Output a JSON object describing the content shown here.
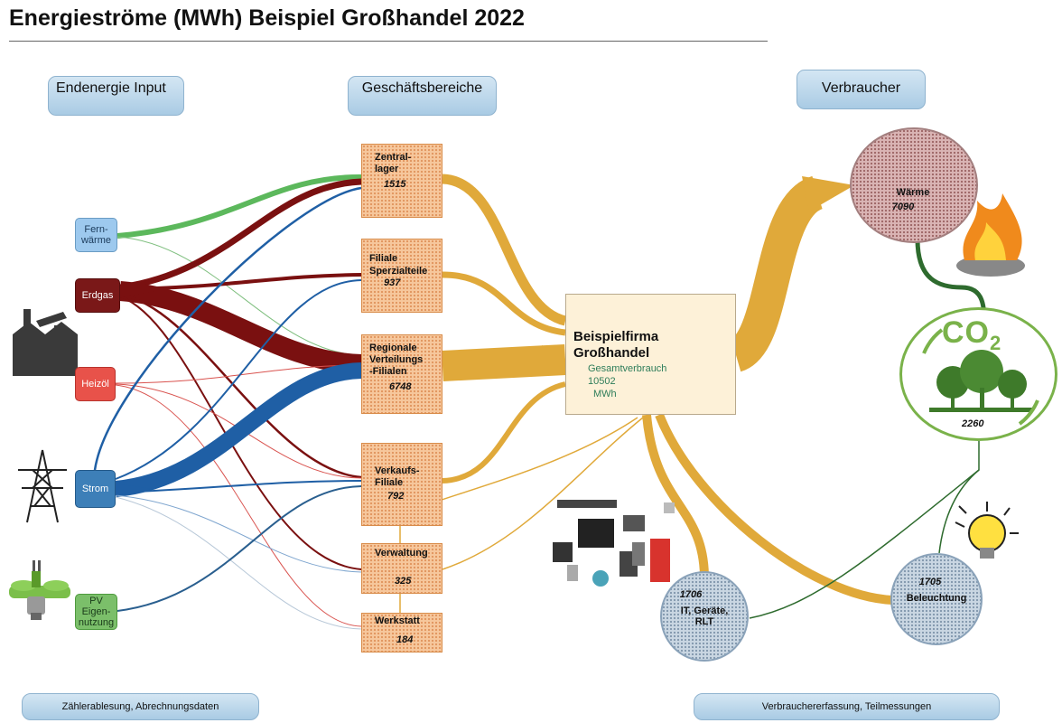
{
  "title": "Energieströme (MWh) Beispiel Großhandel 2022",
  "headers": {
    "input": "Endenergie Input",
    "business": "Geschäftsbereiche",
    "consumers": "Verbraucher"
  },
  "sources": [
    {
      "label": "Fern-\nwärme",
      "color": "#9dc9ee"
    },
    {
      "label": "Erdgas",
      "color": "#7a1818"
    },
    {
      "label": "Heizöl",
      "color": "#e8524a"
    },
    {
      "label": "Strom",
      "color": "#3d7fb8"
    },
    {
      "label": "PV Eigen-\nnutzung",
      "color": "#7bbf6a"
    }
  ],
  "business_units": [
    {
      "name": "Zentral-\nlager",
      "value": "1515"
    },
    {
      "name": "Filiale\nSperzialteile",
      "value": "937"
    },
    {
      "name": "Regionale\nVerteilungs\n-Filialen",
      "value": "6748"
    },
    {
      "name": "Verkaufs-\nFiliale",
      "value": "792"
    },
    {
      "name": "Verwaltung",
      "value": "325"
    },
    {
      "name": "Werkstatt",
      "value": "184"
    }
  ],
  "company": {
    "name": "Beispielfirma\nGroßhandel",
    "total_label": "Gesamtverbrauch",
    "total_value": "10502",
    "unit": "MWh"
  },
  "consumers": [
    {
      "name": "Wärme",
      "value": "7090"
    },
    {
      "name": "IT, Geräte,\nRLT",
      "value": "1706"
    },
    {
      "name": "Beleuchtung",
      "value": "1705"
    }
  ],
  "co2": {
    "label": "CO",
    "subscript": "2",
    "value": "2260"
  },
  "footer": {
    "left": "Zählerablesung, Abrechnungsdaten",
    "right": "Verbrauchererfassung, Teilmessungen"
  },
  "colors": {
    "fernwaerme": "#5cb85c",
    "erdgas": "#7a1010",
    "heizoel": "#d9534f",
    "strom": "#1f5fa5",
    "pv": "#2a5f8f",
    "output": "#e0a93a",
    "co2": "#2e6b2e"
  }
}
